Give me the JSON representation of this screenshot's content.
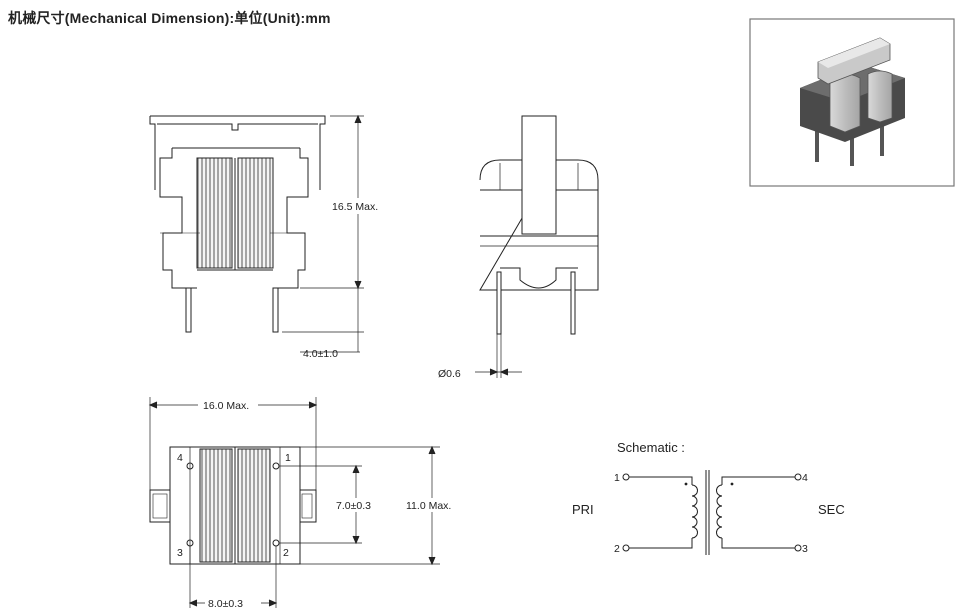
{
  "title": {
    "main": "机械尺寸(Mechanical Dimension):单位(Unit):mm"
  },
  "front_view": {
    "height_label": "16.5 Max.",
    "pin_length_label": "4.0±1.0"
  },
  "side_view": {
    "pin_diameter_label": "Ø0.6"
  },
  "bottom_view": {
    "width_label": "16.0 Max.",
    "depth_label": "11.0 Max.",
    "pin_row_spacing_label": "7.0±0.3",
    "pin_spacing_label": "8.0±0.3",
    "pins": [
      "1",
      "2",
      "3",
      "4"
    ]
  },
  "schematic": {
    "title": "Schematic :",
    "primary_label": "PRI",
    "secondary_label": "SEC",
    "pins": [
      "1",
      "2",
      "3",
      "4"
    ]
  },
  "colors": {
    "line": "#222222",
    "coil": "#8a8a8a",
    "photo_frame": "#777777"
  }
}
